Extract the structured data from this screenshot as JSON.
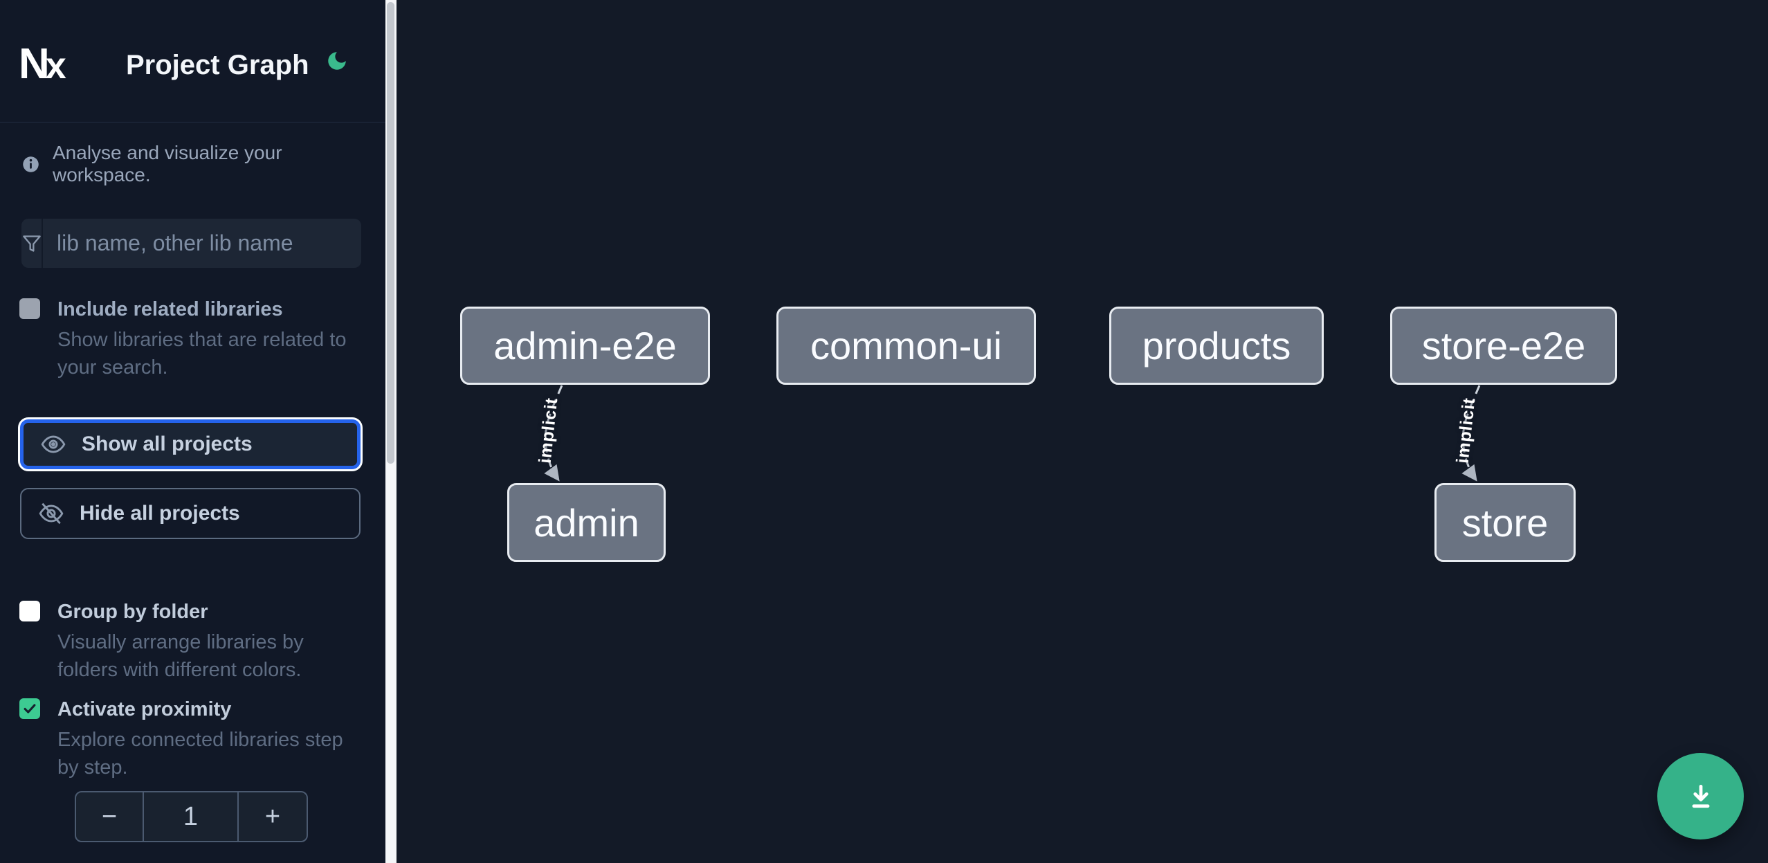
{
  "header": {
    "logo_text": "N",
    "logo_text_x": "x",
    "title": "Project Graph"
  },
  "sidebar": {
    "info_text": "Analyse and visualize your workspace.",
    "filter_placeholder": "lib name, other lib name",
    "options": [
      {
        "label": "Include related libraries",
        "description_lines": [
          "Show libraries that are related to",
          "your search."
        ],
        "checked": false,
        "enabled": false
      },
      {
        "label": "Group by folder",
        "description_lines": [
          "Visually arrange libraries by",
          "folders with different colors."
        ],
        "checked": false,
        "enabled": true
      },
      {
        "label": "Activate proximity",
        "description_lines": [
          "Explore connected libraries step",
          "by step."
        ],
        "checked": true,
        "enabled": true
      }
    ],
    "show_all_label": "Show all projects",
    "hide_all_label": "Hide all projects",
    "proximity_stepper": {
      "decrement": "−",
      "value": "1",
      "increment": "+"
    }
  },
  "graph": {
    "nodes": [
      {
        "label": "admin-e2e"
      },
      {
        "label": "common-ui"
      },
      {
        "label": "products"
      },
      {
        "label": "store-e2e"
      },
      {
        "label": "admin"
      },
      {
        "label": "store"
      }
    ],
    "edges": [
      {
        "source": "admin-e2e",
        "target": "admin",
        "label": "implicit",
        "type": "implicit"
      },
      {
        "source": "store-e2e",
        "target": "store",
        "label": "implicit",
        "type": "implicit"
      }
    ]
  },
  "colors": {
    "sidebar_bg": "#111827",
    "canvas_bg": "#131a27",
    "node_fill": "#6a7382",
    "node_border": "#e8ecf1",
    "edge_stroke": "#ccd3dc",
    "focus_ring_blue": "#2563eb",
    "moon_green": "#3aba8c",
    "checkbox_checked_green": "#3dcb92",
    "fab_green": "#35b289",
    "scrollbar_thumb": "#c3c7cd"
  }
}
